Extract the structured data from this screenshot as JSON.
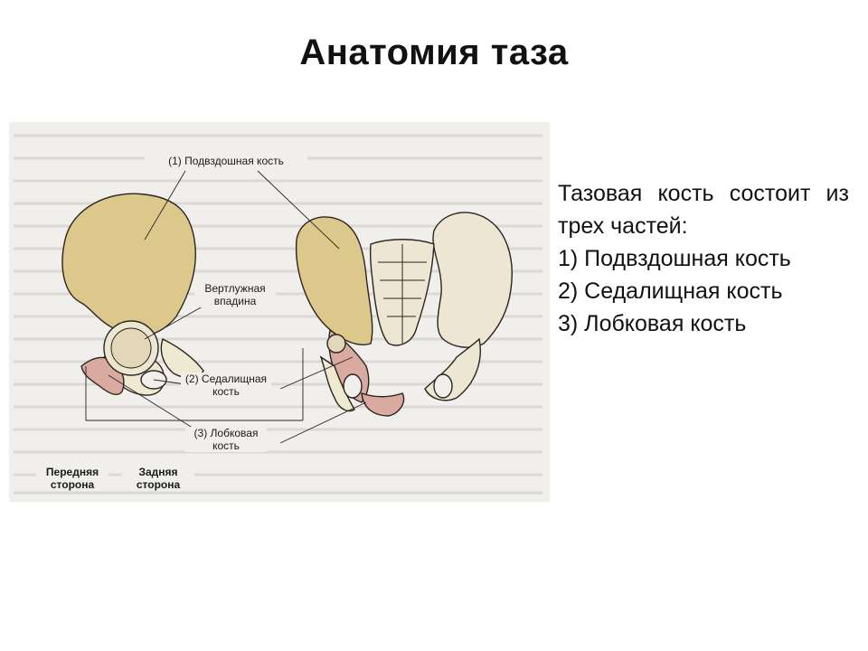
{
  "slide": {
    "title": "Анатомия таза"
  },
  "figure": {
    "labels": {
      "ilium": "(1) Подвздошная кость",
      "acetabulum_line1": "Вертлужная",
      "acetabulum_line2": "впадина",
      "ischium_line1": "(2) Седалищная",
      "ischium_line2": "кость",
      "pubis_line1": "(3) Лобковая",
      "pubis_line2": "кость",
      "front_line1": "Передняя",
      "front_line2": "сторона",
      "back_line1": "Задняя",
      "back_line2": "сторона"
    }
  },
  "text": {
    "intro": "Тазовая кость состоит из трех частей:",
    "items": [
      "1) Подвздошная кость",
      "2) Седалищная кость",
      "3) Лобковая кость"
    ]
  },
  "colors": {
    "ilium": "#dcc88a",
    "ischium": "#efe9d2",
    "pubis": "#d9aaa0",
    "bone": "#ece6d2",
    "outline": "#2a2520",
    "background": "#f1efec"
  }
}
